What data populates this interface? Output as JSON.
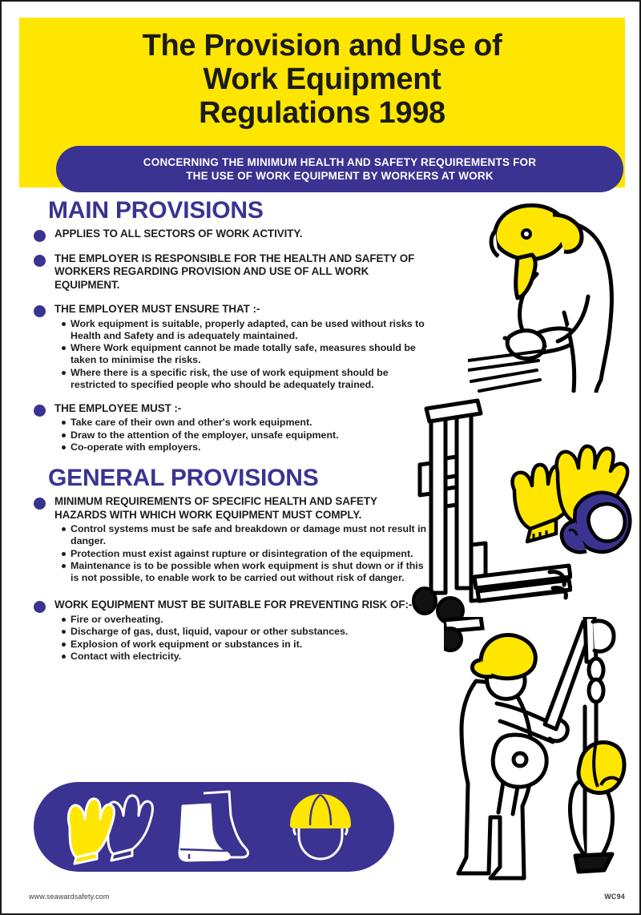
{
  "poster": {
    "header": {
      "title_lines": [
        "The Provision and Use of",
        "Work Equipment",
        "Regulations 1998"
      ],
      "banner_lines": [
        "CONCERNING THE MINIMUM HEALTH AND SAFETY REQUIREMENTS FOR",
        "THE USE OF WORK EQUIPMENT BY WORKERS AT WORK"
      ],
      "background_color": "#FFE600",
      "banner_color": "#3B3391",
      "title_color": "#1B1B1B"
    },
    "sections": [
      {
        "heading": "MAIN PROVISIONS",
        "heading_color": "#3B3391",
        "provisions": [
          {
            "title": "APPLIES TO ALL SECTORS OF WORK ACTIVITY.",
            "items": []
          },
          {
            "title": "THE EMPLOYER IS RESPONSIBLE FOR THE HEALTH AND SAFETY OF WORKERS REGARDING PROVISION AND USE OF ALL WORK EQUIPMENT.",
            "items": []
          },
          {
            "title": "THE EMPLOYER MUST ENSURE THAT :-",
            "items": [
              "Work equipment is suitable, properly adapted, can be used without risks to Health and Safety and is adequately maintained.",
              "Where Work equipment cannot be made totally safe, measures should be taken to minimise the risks.",
              "Where there is a specific risk, the use of work equipment should be restricted to specified people who should be adequately trained."
            ]
          },
          {
            "title": "THE EMPLOYEE MUST :-",
            "items": [
              "Take care of their own and other's work equipment.",
              "Draw to the attention of the employer, unsafe equipment.",
              "Co-operate with employers."
            ]
          }
        ]
      },
      {
        "heading": "GENERAL PROVISIONS",
        "heading_color": "#3B3391",
        "provisions": [
          {
            "title": "MINIMUM REQUIREMENTS OF SPECIFIC HEALTH AND SAFETY HAZARDS WITH WHICH WORK EQUIPMENT MUST COMPLY.",
            "items": [
              "Control systems must be safe and breakdown or damage must not result in danger.",
              "Protection must exist against rupture or disintegration of the equipment.",
              "Maintenance is to be possible when work equipment is shut down or if this is not possible, to enable work to be carried out without risk of danger."
            ]
          },
          {
            "title": "WORK EQUIPMENT MUST BE SUITABLE FOR PREVENTING RISK OF:-",
            "items": [
              "Fire or overheating.",
              "Discharge of gas, dust, liquid, vapour or other substances.",
              "Explosion of work equipment or substances in it.",
              "Contact with electricity."
            ]
          }
        ]
      }
    ],
    "ppe_panel": {
      "background_color": "#3B3391",
      "items": [
        {
          "icon": "safety-gloves-icon",
          "label": "Safety gloves"
        },
        {
          "icon": "safety-boot-icon",
          "label": "Safety boot"
        },
        {
          "icon": "hard-hat-icon",
          "label": "Hard hat"
        }
      ]
    },
    "illustrations": [
      {
        "icon": "worker-bending-with-tool-illustration",
        "label": "Worker wearing hard hat and face shield using a tool"
      },
      {
        "icon": "pallet-truck-illustration",
        "label": "Pallet truck / stacker"
      },
      {
        "icon": "gloves-and-ear-defenders-illustration",
        "label": "Yellow gloves with ear defenders"
      },
      {
        "icon": "worker-with-hoist-illustration",
        "label": "Worker operating a hoist winch"
      }
    ],
    "footer": {
      "website": "www.seawardsafety.com",
      "code": "WC94"
    },
    "colors": {
      "yellow": "#FFE600",
      "purple": "#3B3391",
      "ink": "#1E1E1E"
    }
  }
}
